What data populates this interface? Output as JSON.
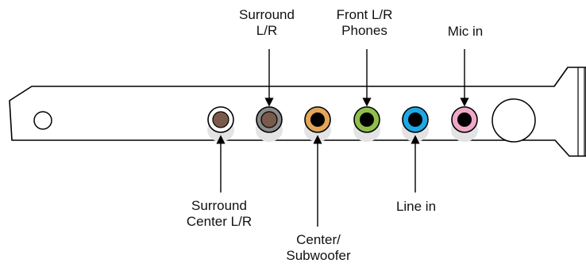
{
  "labels": {
    "surround_lr": [
      "Surround",
      "L/R"
    ],
    "front_lr": [
      "Front L/R",
      "Phones"
    ],
    "mic_in": [
      "Mic in"
    ],
    "surround_center_lr": [
      "Surround",
      "Center L/R"
    ],
    "center_subwoofer": [
      "Center/",
      "Subwoofer"
    ],
    "line_in": [
      "Line in"
    ]
  },
  "colors": {
    "bracket_fill": "#ffffff",
    "bracket_stroke": "#000000",
    "shadow": "#e3e3e3",
    "jack_hole": "#000000",
    "surround_center_ring": "#ffffff",
    "surround_center_core": "#7a5a4a",
    "surround_ring": "#8a8a8a",
    "surround_core": "#7a5a4a",
    "center_sub_ring": "#e2a55a",
    "front_ring": "#8fbf4a",
    "line_in_ring": "#1ea8e6",
    "mic_ring": "#f0a8c8"
  }
}
